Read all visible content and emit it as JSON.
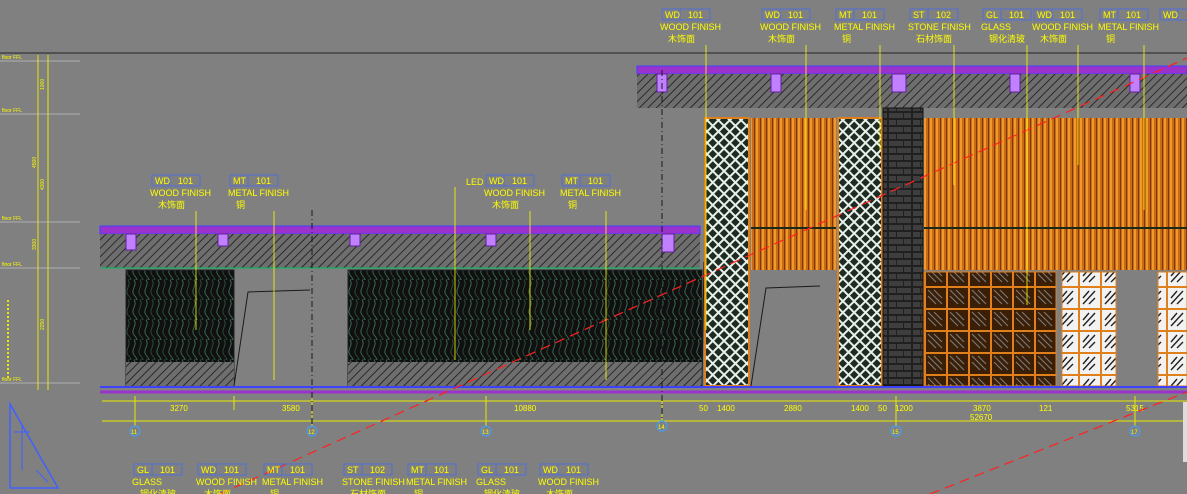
{
  "tags_top": [
    {
      "code": "WD",
      "num": "101",
      "en": "WOOD FINISH",
      "cn": "木饰面"
    },
    {
      "code": "WD",
      "num": "101",
      "en": "WOOD FINISH",
      "cn": "木饰面"
    },
    {
      "code": "MT",
      "num": "101",
      "en": "METAL FINISH",
      "cn": "铜"
    },
    {
      "code": "ST",
      "num": "102",
      "en": "STONE FINISH",
      "cn": "石材饰面"
    },
    {
      "code": "GL",
      "num": "101",
      "en": "GLASS",
      "cn": "钢化清玻"
    },
    {
      "code": "WD",
      "num": "101",
      "en": "WOOD FINISH",
      "cn": "木饰面"
    },
    {
      "code": "MT",
      "num": "101",
      "en": "METAL FINISH",
      "cn": "铜"
    },
    {
      "code": "WD",
      "num": "",
      "en": "",
      "cn": ""
    }
  ],
  "tags_mid": [
    {
      "code": "WD",
      "num": "101",
      "en": "WOOD FINISH",
      "cn": "木饰面"
    },
    {
      "code": "MT",
      "num": "101",
      "en": "METAL FINISH",
      "cn": "铜"
    },
    {
      "code": "WD",
      "num": "101",
      "en": "WOOD FINISH",
      "cn": "木饰面"
    },
    {
      "code": "MT",
      "num": "101",
      "en": "METAL FINISH",
      "cn": "铜"
    }
  ],
  "led_label": "LED",
  "tags_bottom": [
    {
      "code": "GL",
      "num": "101",
      "en": "GLASS",
      "cn": "钢化清玻"
    },
    {
      "code": "WD",
      "num": "101",
      "en": "WOOD FINISH",
      "cn": "木饰面"
    },
    {
      "code": "MT",
      "num": "101",
      "en": "METAL FINISH",
      "cn": "铜"
    },
    {
      "code": "ST",
      "num": "102",
      "en": "STONE FINISH",
      "cn": "石材饰面"
    },
    {
      "code": "MT",
      "num": "101",
      "en": "METAL FINISH",
      "cn": "铜"
    },
    {
      "code": "GL",
      "num": "101",
      "en": "GLASS",
      "cn": "钢化清玻"
    },
    {
      "code": "WD",
      "num": "101",
      "en": "WOOD FINISH",
      "cn": "木饰面"
    }
  ],
  "dimensions": [
    "3270",
    "3580",
    "10880",
    "50",
    "1400",
    "2880",
    "1400",
    "50",
    "1200",
    "3870",
    "121",
    "5315"
  ],
  "overall_dimension": "52670",
  "grid_labels": [
    "11",
    "12",
    "13",
    "14",
    "15",
    "17"
  ],
  "level_labels": [
    "floor FFL",
    "floor FFL",
    "floor FFL",
    "floor FFL",
    "floor FFL"
  ],
  "side_dims": [
    "1000",
    "4300",
    "4500",
    "3300",
    "2250"
  ],
  "colors": {
    "background": "#808080",
    "annotation": "#ffff00",
    "tag_box": "#4f6fd8",
    "wood": "#e0801c",
    "slab": "#9933cc",
    "section_line": "#ff2020",
    "dark_panel": "#1c2a22"
  }
}
